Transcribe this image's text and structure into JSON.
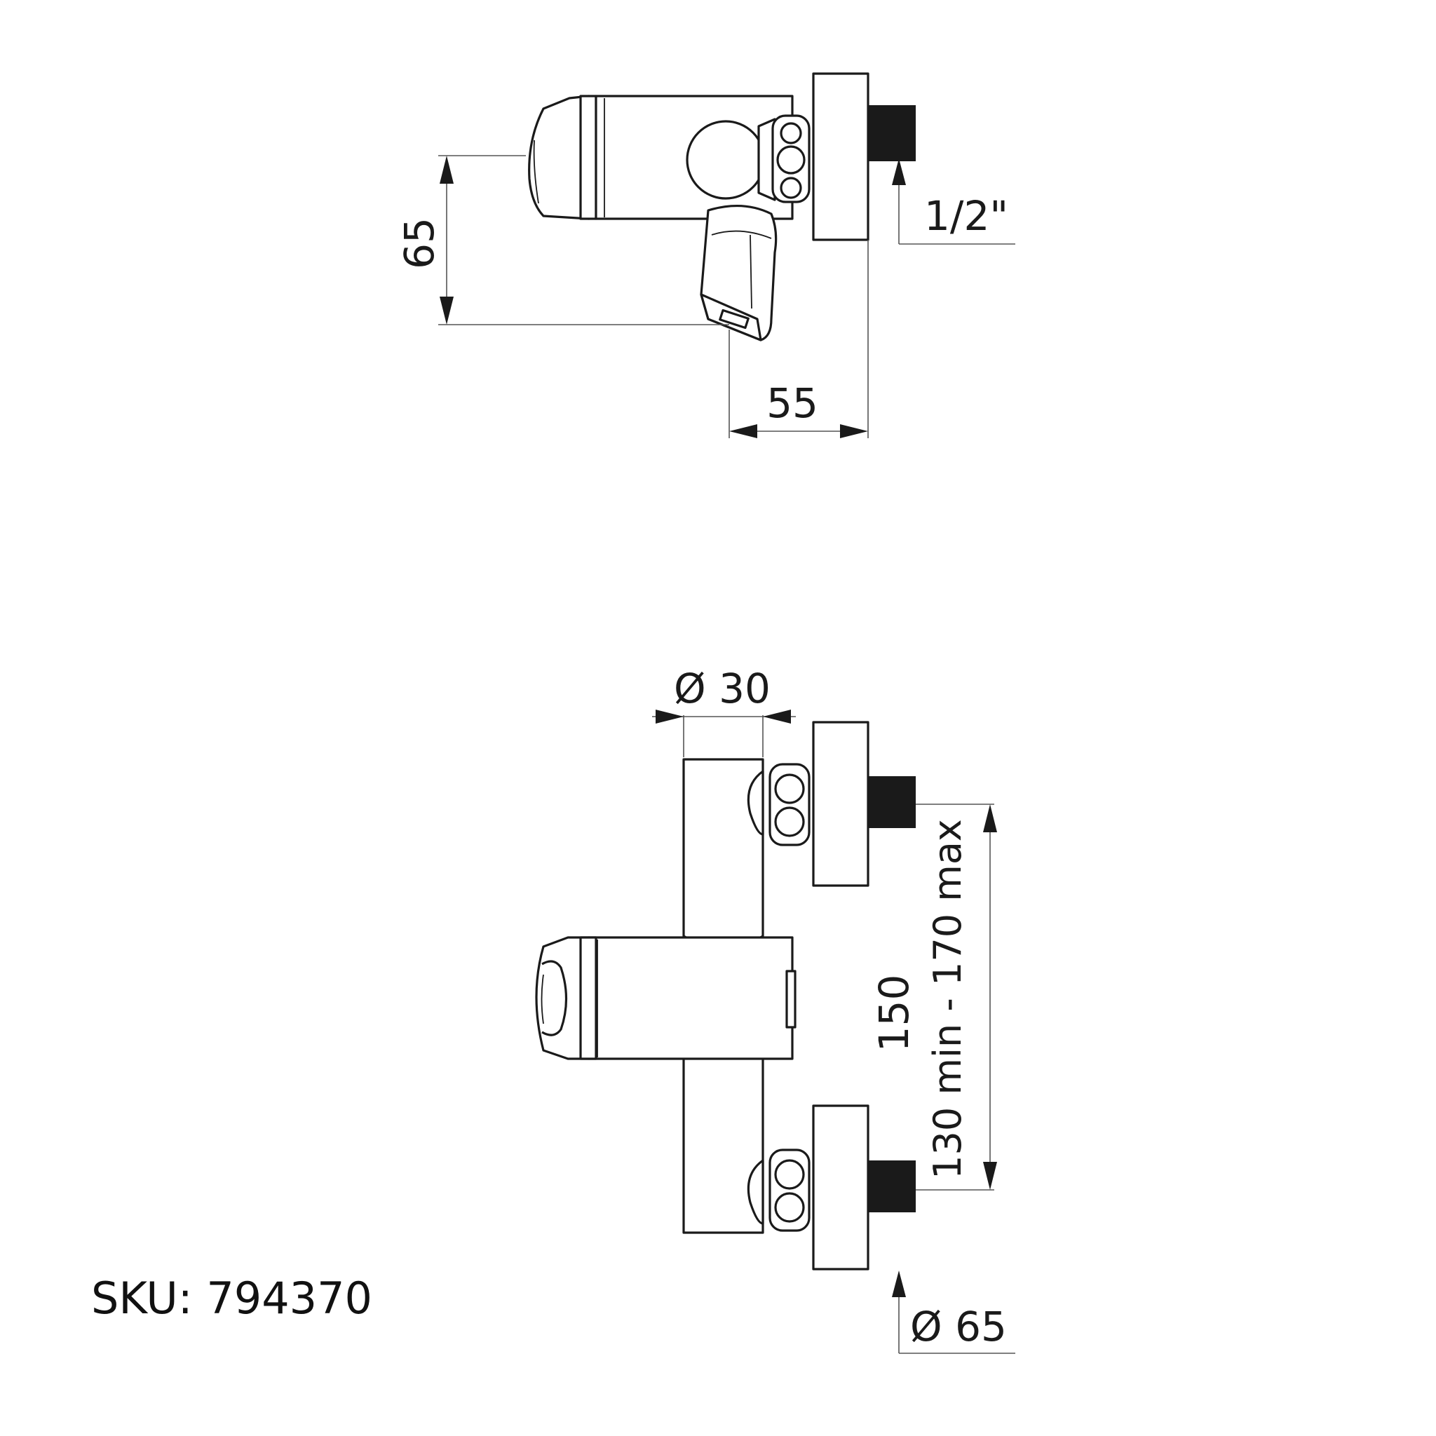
{
  "top_view": {
    "dim_height": "65",
    "dim_depth": "55",
    "dim_thread": "1/2\""
  },
  "front_view": {
    "dim_body_diameter": "Ø 30",
    "dim_centres": "150",
    "dim_centres_range": "130 min - 170 max",
    "dim_escutcheon_diameter": "Ø 65"
  },
  "sku": "SKU: 794370",
  "colors": {
    "line": "#1a1a1a",
    "background": "#ffffff"
  }
}
